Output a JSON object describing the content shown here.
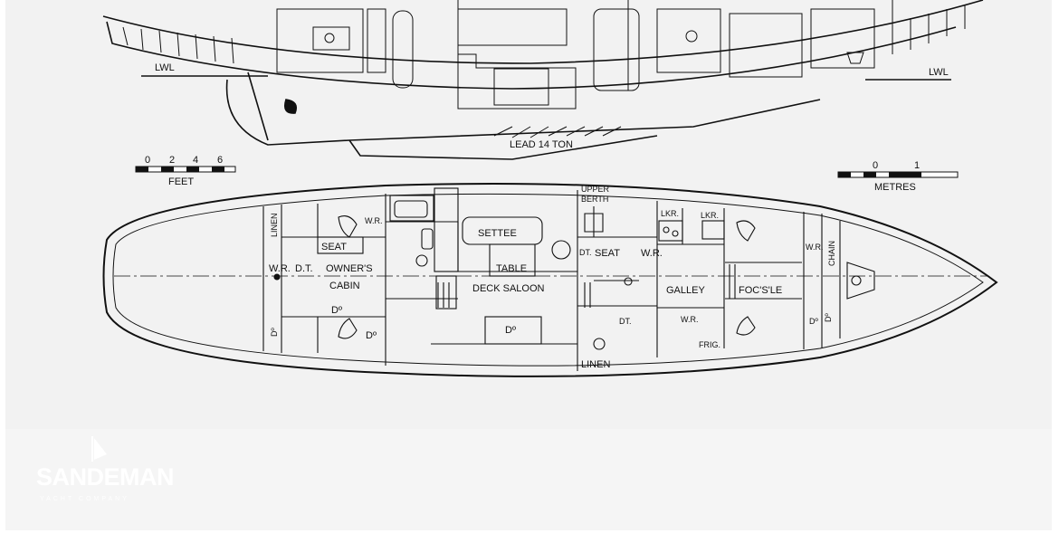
{
  "drawing": {
    "profile": {
      "lwl_left": "LWL",
      "lwl_right": "LWL",
      "lead": "LEAD 14 TON"
    },
    "scales": {
      "feet_ticks": [
        "0",
        "2",
        "4",
        "6"
      ],
      "feet_label": "FEET",
      "metres_ticks": [
        "0",
        "1"
      ],
      "metres_label": "METRES"
    },
    "plan_labels": {
      "linen_aft": "LINEN",
      "wr_aft_top": "W.R.",
      "seat_aft": "SEAT",
      "wr_aft": "W.R.",
      "dt_aft": "D.T.",
      "owners": "OWNER'S",
      "cabin": "CABIN",
      "do_aft_mid": "Dº",
      "do_aft_low": "Dº",
      "do_aft_side": "Dº",
      "settee": "SETTEE",
      "table": "TABLE",
      "deck_saloon": "DECK  SALOON",
      "do_saloon": "Dº",
      "upper": "UPPER",
      "berth": "BERTH",
      "lkr1": "LKR.",
      "lkr2": "LKR.",
      "dt_mid": "DT.",
      "seat_mid": "SEAT",
      "wr_mid": "W.R.",
      "galley": "GALLEY",
      "focsle": "FOC'S'LE",
      "dt_low": "DT.",
      "wr_low": "W.R.",
      "frig": "FRIG.",
      "linen_mid": "LINEN",
      "wr_fwd": "W.R.",
      "chain": "CHAIN",
      "do_fwd1": "Dº",
      "do_fwd2": "Dº"
    }
  },
  "logo": {
    "name": "SANDEMAN",
    "tagline": "YACHT COMPANY"
  }
}
